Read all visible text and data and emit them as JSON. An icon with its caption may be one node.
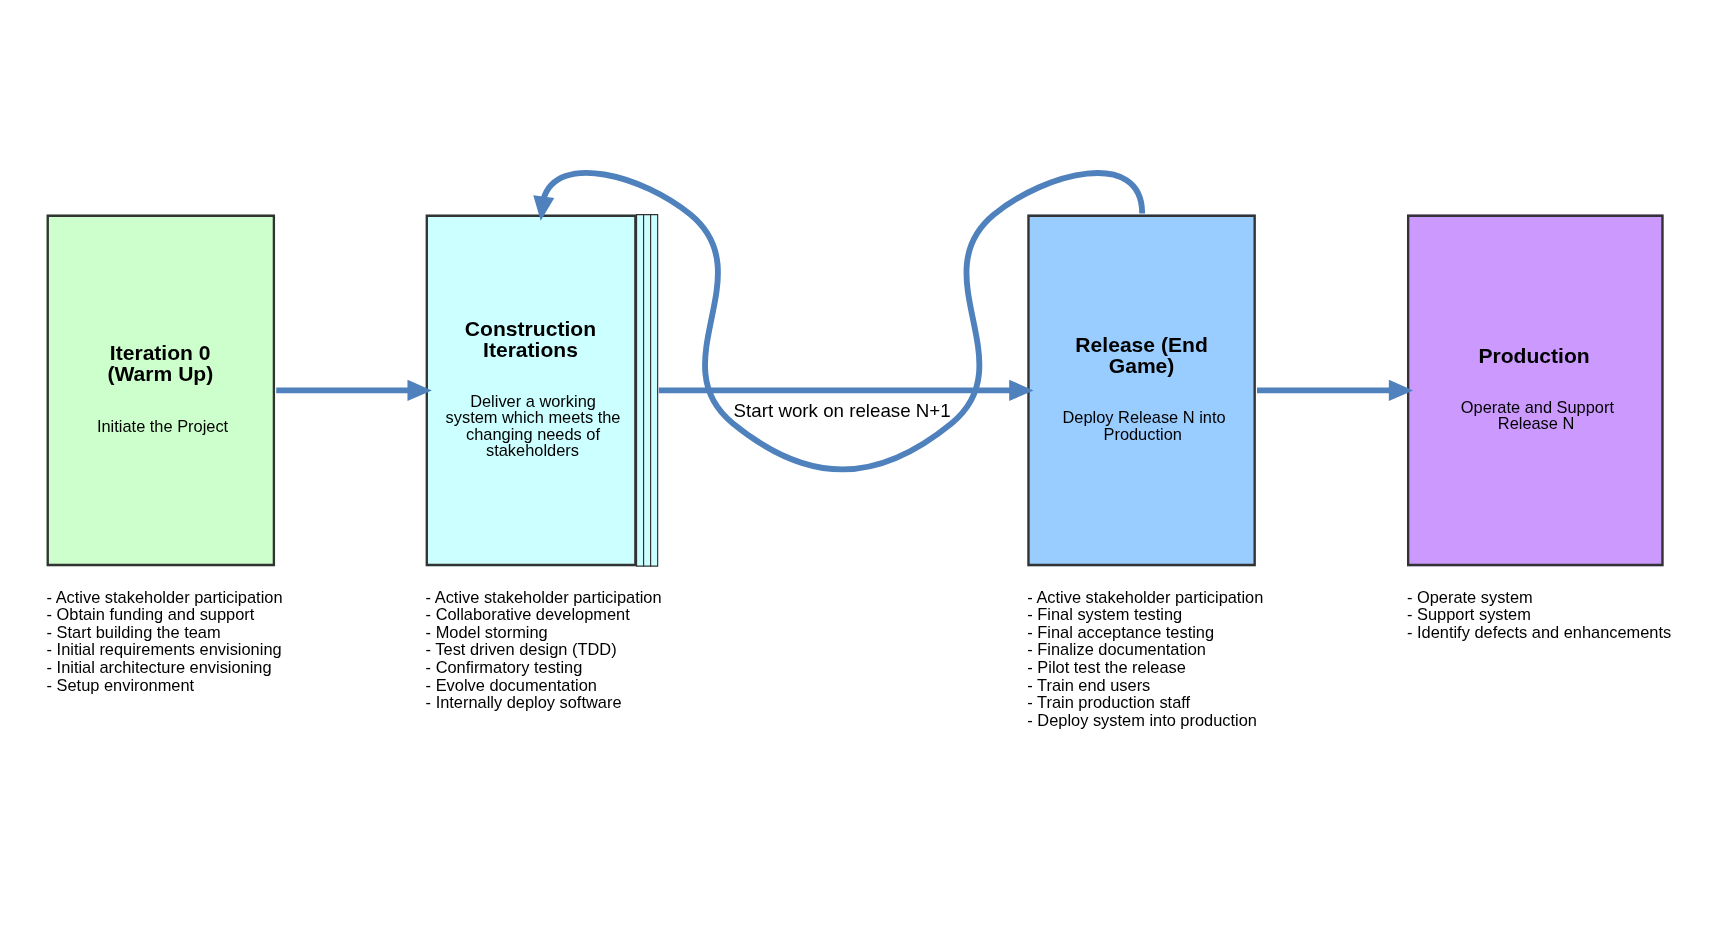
{
  "diagram": {
    "nodes": [
      {
        "text": [
          "Iteration 0 (Warm Up)",
          "Initiate the Project"
        ],
        "beside": [
          "- Active stakeholder participation",
          "- Obtain funding and support",
          "- Start building the team",
          "- Initial requirements envisioning",
          "- Initial architecture envisioning",
          "- Setup environment"
        ]
      },
      {
        "text": [
          "Construction Iterations",
          "Deliver a working system which meets the changing needs of stakeholders"
        ],
        "beside": [
          "- Active stakeholder participation",
          "- Collaborative development",
          "- Model storming",
          "- Test driven design (TDD)",
          "- Confirmatory testing",
          "- Evolve documentation",
          "- Internally deploy software"
        ]
      },
      {
        "text": [
          "Release (End Game)",
          "Deploy Release N into Production"
        ],
        "beside": [
          "- Active stakeholder participation",
          "- Final system testing",
          "- Final acceptance testing",
          "- Finalize documentation",
          "- Pilot test the release",
          "- Train end users",
          "- Train production staff",
          "- Deploy system into production"
        ]
      },
      {
        "text": [
          "Production",
          "Operate and Support Release N"
        ],
        "beside": [
          "- Operate system",
          "- Support system",
          "- Identify defects and enhancements"
        ]
      }
    ],
    "edges": [
      {
        "from": 0,
        "to": 1,
        "arrow": "to"
      },
      {
        "from": 1,
        "to": 2,
        "arrow": "to"
      },
      {
        "from": 2,
        "to": 3,
        "arrow": "to"
      },
      {
        "from": 2,
        "to": 1,
        "arrow": "to",
        "label": "Start work on release N+1"
      }
    ]
  }
}
